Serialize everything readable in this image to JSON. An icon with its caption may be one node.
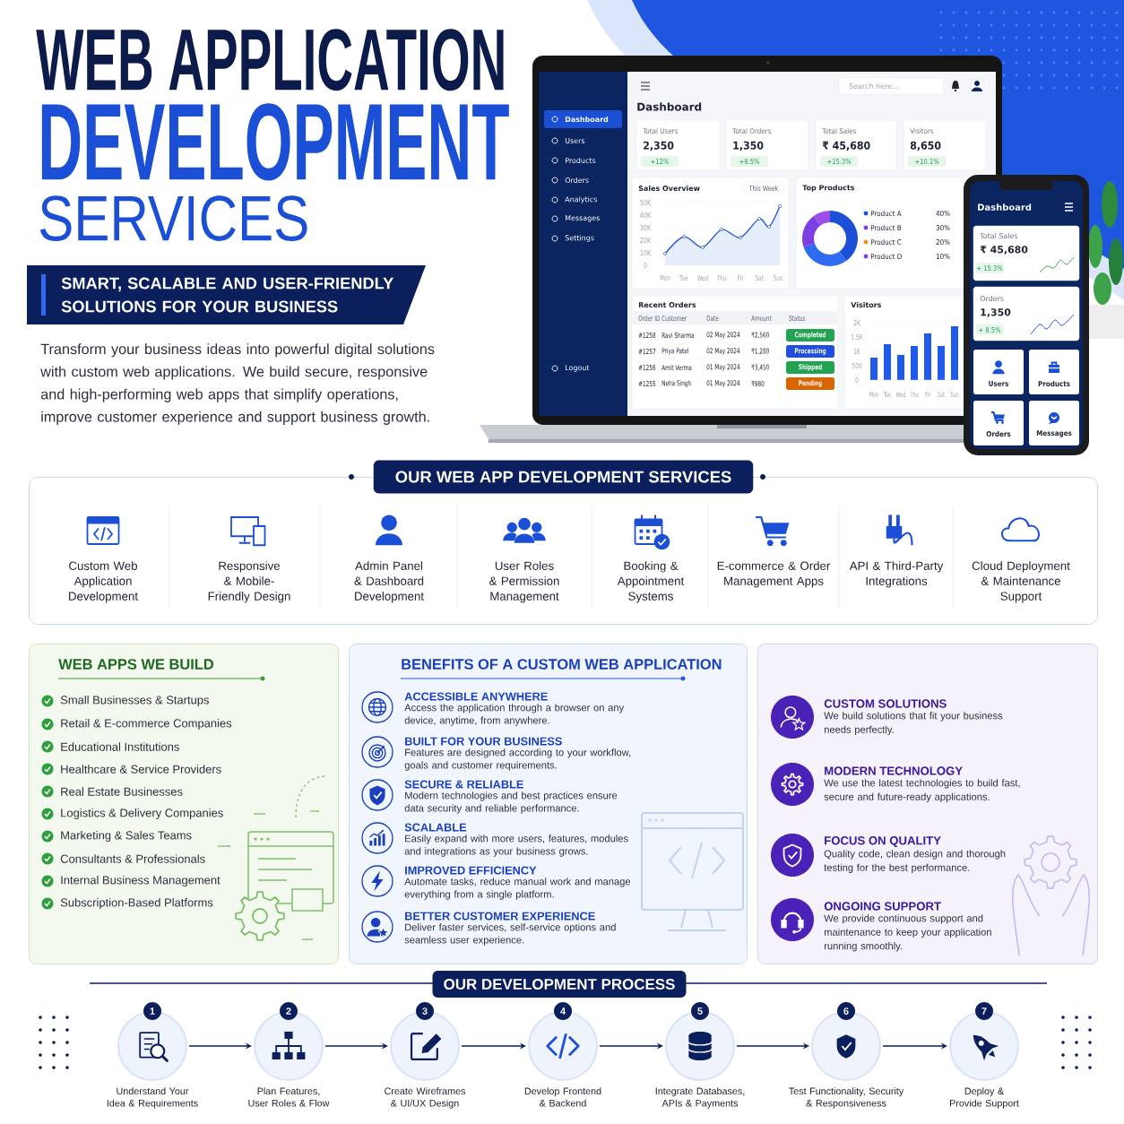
{
  "diagram": {
    "title": "WEB APPLICATION",
    "nodes": [
      {
        "text": [
          "SMART, SCALABLE AND USER-FRIENDLY SOLUTIONS FOR YOUR BUSINESS"
        ]
      },
      {
        "text": [
          "OUR WEB APP DEVELOPMENT SERVICES"
        ]
      },
      {
        "text": [
          "Custom Web Application Development"
        ],
        "in": 1
      },
      {
        "text": [
          "Responsive & Mobile-Friendly Design"
        ],
        "in": 1
      },
      {
        "text": [
          "Admin Panel & Dashboard Development"
        ],
        "in": 1
      },
      {
        "text": [
          "User Roles & Permission Management"
        ],
        "in": 1
      },
      {
        "text": [
          "Booking & Appointment Systems"
        ],
        "in": 1
      },
      {
        "text": [
          "E-commerce & Order Management Apps"
        ],
        "in": 1
      },
      {
        "text": [
          "API & Third-Party Integrations"
        ],
        "in": 1
      },
      {
        "text": [
          "Cloud Deployment & Maintenance Support"
        ],
        "in": 1
      },
      {
        "text": [
          "WEB APPS WE BUILD",
          "Small Businesses & Startups",
          "Retail & E-commerce Companies",
          "Educational Institutions",
          "Healthcare & Service Providers",
          "Real Estate Businesses",
          "Logistics & Delivery Companies",
          "Marketing & Sales Teams",
          "Consultants & Professionals",
          "Internal Business Management",
          "Subscription-Based Platforms"
        ]
      },
      {
        "text": [
          "BENEFITS OF A CUSTOM WEB APPLICATION",
          "ACCESSIBLE ANYWHERE",
          "Access the application through a browser on any device, anytime, from anywhere.",
          "BUILT FOR YOUR BUSINESS",
          "Features are designed according to your workflow, goals and customer requirements.",
          "SECURE & RELIABLE",
          "Modern technologies and best practices ensure data security and reliable performance.",
          "SCALABLE",
          "Easily expand with more users, features, modules and integrations as your business grows.",
          "IMPROVED EFFICIENCY",
          "Automate tasks, reduce manual work and manage everything from a single platform.",
          "BETTER CUSTOMER EXPERIENCE",
          "Deliver faster services, self-service options and seamless user experience."
        ]
      },
      {
        "text": [
          "CUSTOM SOLUTIONS",
          "We build solutions that fit your business needs perfectly.",
          "MODERN TECHNOLOGY",
          "We use the latest technologies to build fast, secure and future-ready applications.",
          "FOCUS ON QUALITY",
          "Quality code, clean design and thorough testing for the best performance.",
          "ONGOING SUPPORT",
          "We provide continuous support and maintenance to keep your application running smoothly."
        ]
      },
      {
        "text": [
          "OUR DEVELOPMENT PROCESS"
        ]
      },
      {
        "text": [
          "1",
          "Understand Your Idea & Requirements"
        ]
      },
      {
        "text": [
          "2",
          "Plan Features, User Roles & Flow"
        ]
      },
      {
        "text": [
          "3",
          "Create Wireframes & UI/UX Design"
        ]
      },
      {
        "text": [
          "4",
          "Develop Frontend & Backend"
        ]
      },
      {
        "text": [
          "5",
          "Integrate Databases, APIs & Payments"
        ]
      },
      {
        "text": [
          "6",
          "Test Functionality, Security & Responsiveness"
        ]
      },
      {
        "text": [
          "7",
          "Deploy & Provide Support"
        ]
      }
    ],
    "edges": [
      {
        "from": 14,
        "to": 15,
        "arrow": "to"
      },
      {
        "from": 15,
        "to": 16,
        "arrow": "to"
      },
      {
        "from": 16,
        "to": 17,
        "arrow": "to"
      },
      {
        "from": 17,
        "to": 18,
        "arrow": "to"
      },
      {
        "from": 18,
        "to": 19,
        "arrow": "to"
      },
      {
        "from": 19,
        "to": 20,
        "arrow": "to"
      }
    ],
    "labels": [
      "DEVELOPMENT",
      "SERVICES",
      "Transform your business ideas into powerful digital solutions with custom web applications. We build secure, responsive and high-performing web apps that simplify operations, improve customer experience and support business growth.",
      "Search here...",
      "Dashboard",
      "Users",
      "Products",
      "Orders",
      "Analytics",
      "Messages",
      "Settings",
      "Logout",
      "Dashboard",
      "Total Users",
      "2,350",
      "+12%",
      "Total Orders",
      "1,350",
      "+8.5%",
      "Total Sales",
      "₹ 45,680",
      "+15.3%",
      "Visitors",
      "8,650",
      "+10.1%",
      "Sales Overview",
      "This Week",
      "50K",
      "40K",
      "30K",
      "20K",
      "10K",
      "0",
      "Mon",
      "Tue",
      "Wed",
      "Thu",
      "Fri",
      "Sat",
      "Sun",
      "Top Products",
      "Product A",
      "40%",
      "Product B",
      "30%",
      "Product C",
      "20%",
      "Product D",
      "10%",
      "Recent Orders",
      "Order ID",
      "Customer",
      "Date",
      "Amount",
      "Status",
      "#1258",
      "Ravi Sharma",
      "02 May 2024",
      "₹2,560",
      "Completed",
      "#1257",
      "Priya Patel",
      "02 May 2024",
      "₹1,280",
      "Processing",
      "#1256",
      "Amit Verma",
      "01 May 2024",
      "₹3,450",
      "Shipped",
      "#1255",
      "Neha Singh",
      "01 May 2024",
      "₹980",
      "Pending",
      "Visitors",
      "2K",
      "1.5K",
      "1K",
      "500",
      "0",
      "Mon",
      "Tue",
      "Wed",
      "Thu",
      "Fri",
      "Sat",
      "Sun",
      "Dashboard",
      "Total Sales",
      "₹ 45,680",
      "+ 15.3%",
      "Orders",
      "1,350",
      "+ 8.5%",
      "Users",
      "Products",
      "Orders",
      "Messages"
    ]
  }
}
